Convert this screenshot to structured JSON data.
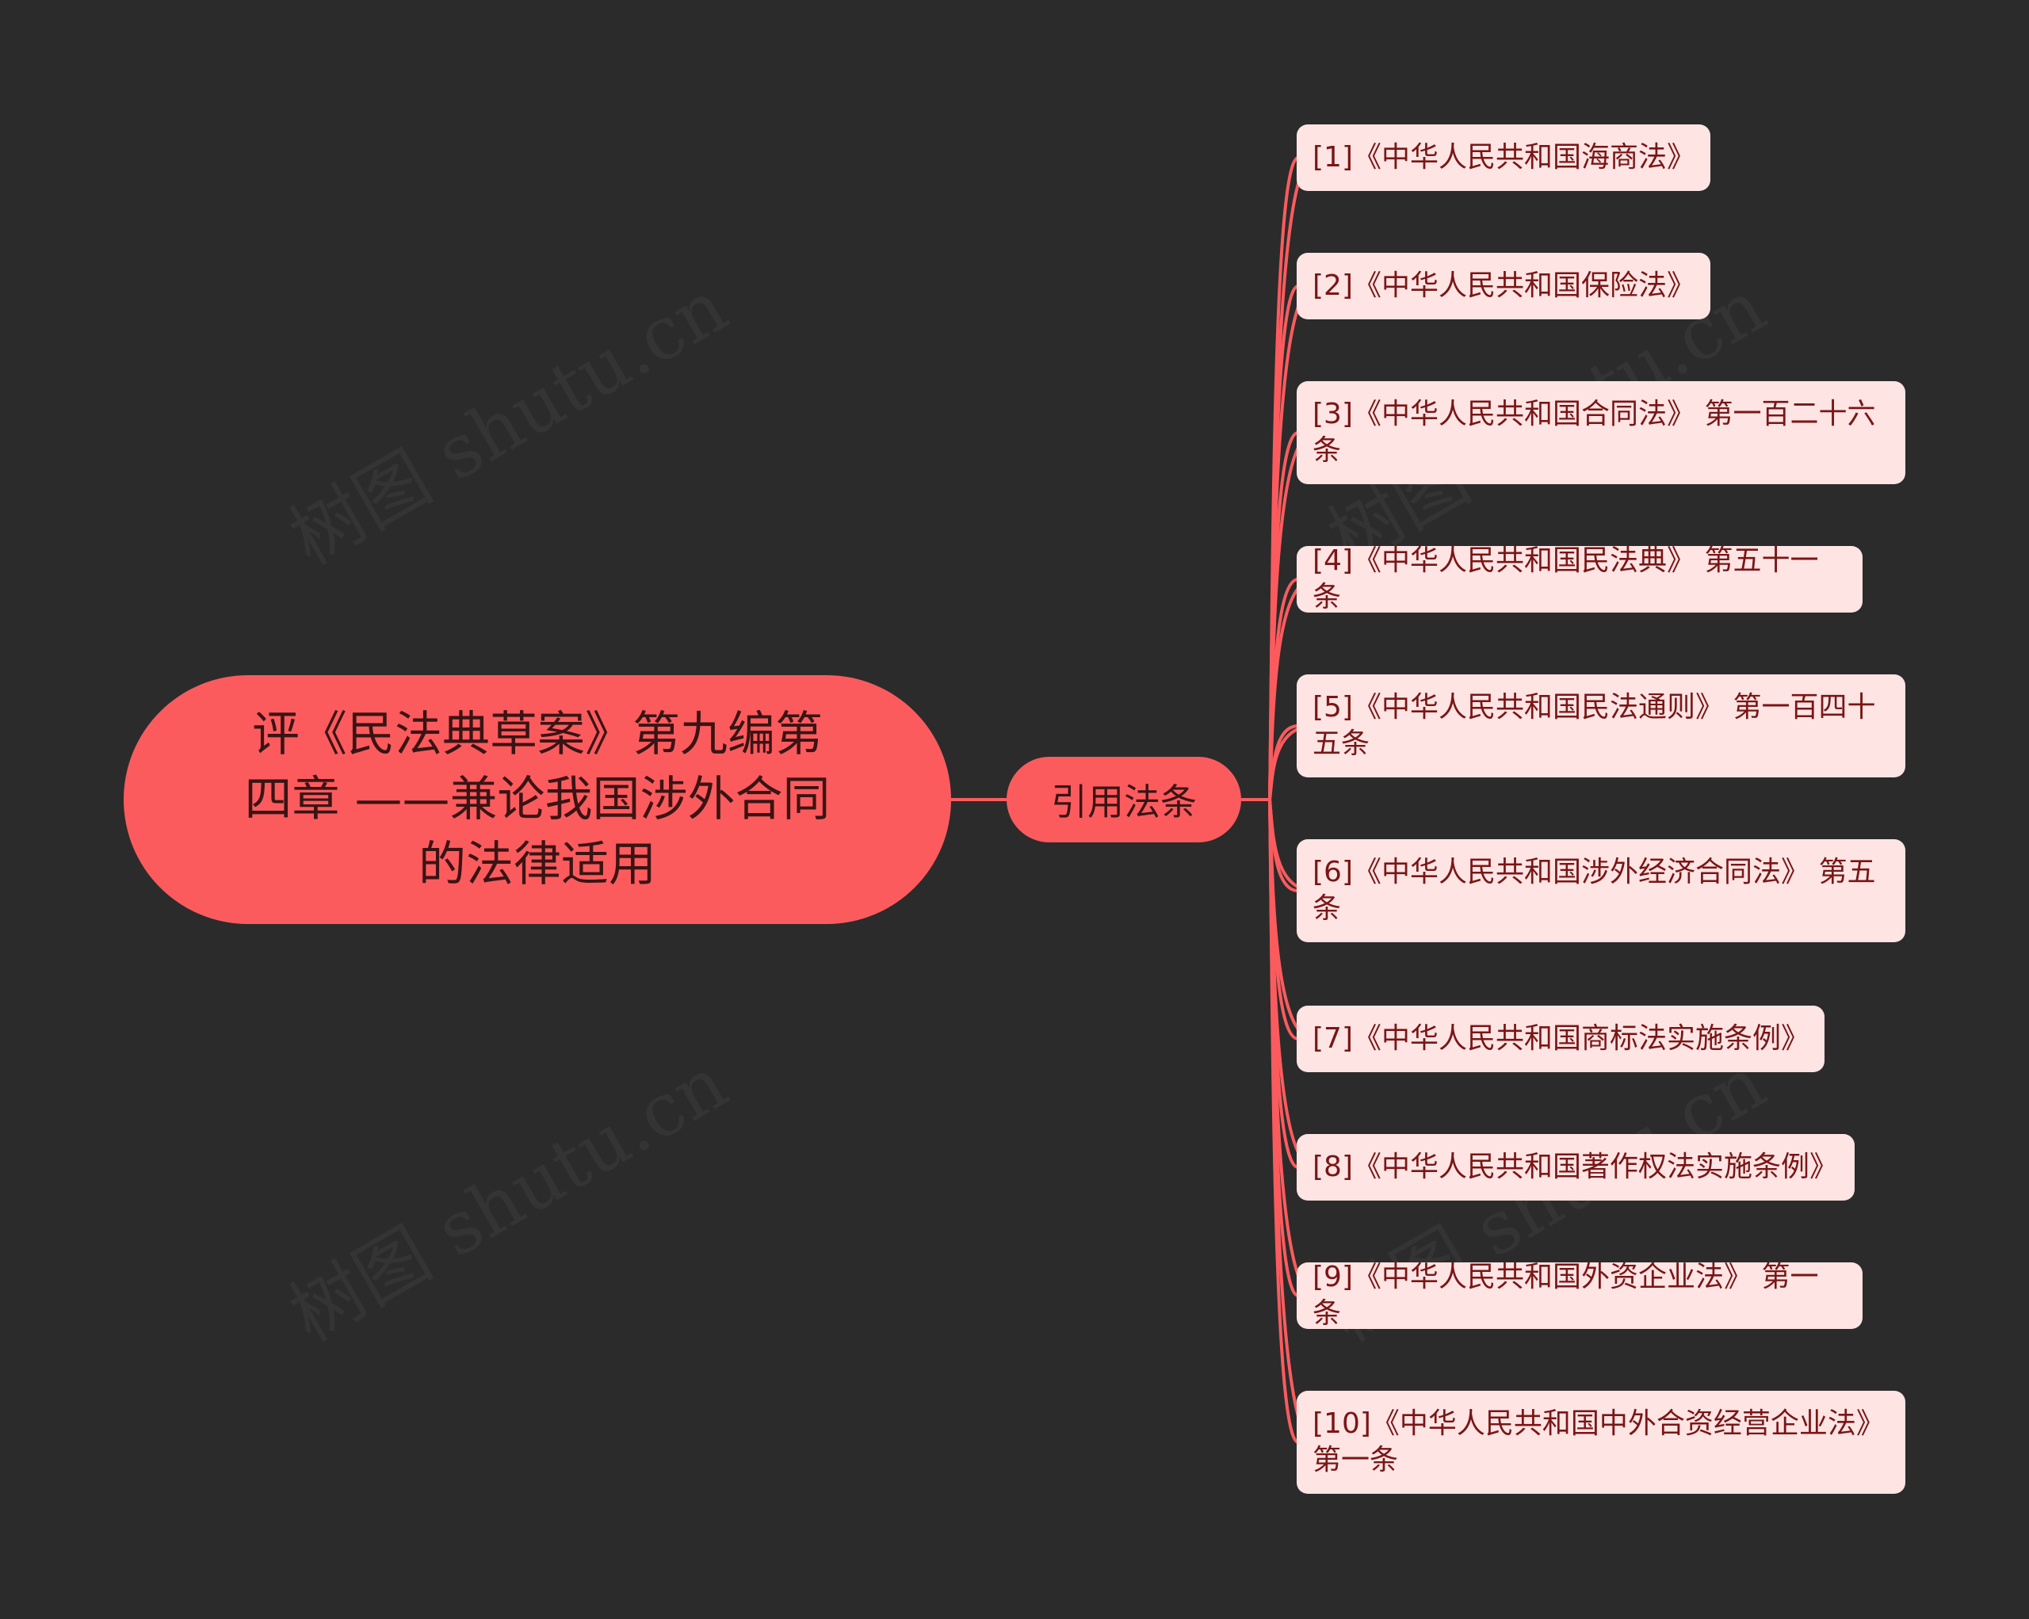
{
  "watermark_text": "树图 shutu.cn",
  "root": {
    "label": "评《民法典草案》第九编第四章 ——兼论我国涉外合同的法律适用"
  },
  "branch": {
    "label": "引用法条"
  },
  "leaves": [
    "[1]《中华人民共和国海商法》",
    "[2]《中华人民共和国保险法》",
    "[3]《中华人民共和国合同法》 第一百二十六条",
    "[4]《中华人民共和国民法典》 第五十一条",
    "[5]《中华人民共和国民法通则》 第一百四十五条",
    "[6]《中华人民共和国涉外经济合同法》 第五条",
    "[7]《中华人民共和国商标法实施条例》",
    "[8]《中华人民共和国著作权法实施条例》",
    "[9]《中华人民共和国外资企业法》 第一条",
    "[10]《中华人民共和国中外合资经营企业法》 第一条"
  ],
  "colors": {
    "background": "#2b2b2b",
    "node_fill": "#fc5b5e",
    "leaf_fill": "#ffe4e4",
    "connector": "#fc5b5e",
    "leaf_text": "#7a1616"
  }
}
